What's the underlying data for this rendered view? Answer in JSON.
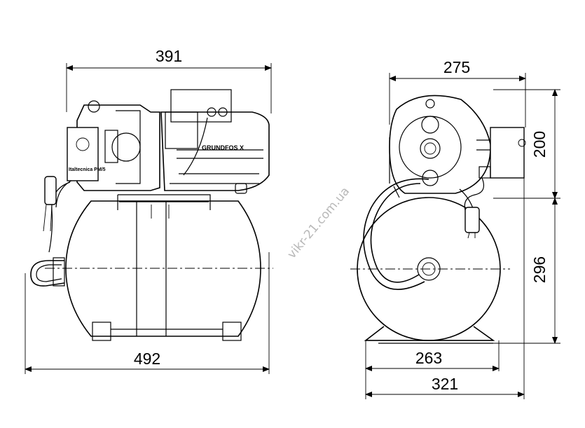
{
  "dimensions": {
    "front_width_top": "391",
    "front_width_bottom": "492",
    "side_width_top": "275",
    "side_height_upper": "200",
    "side_height_lower": "296",
    "side_base_width": "263",
    "side_overall_width": "321"
  },
  "labels": {
    "brand": "GRUNDFOS X",
    "switch_box": "Italtecnica PM/5"
  },
  "watermark": "vikr-21.com.ua"
}
